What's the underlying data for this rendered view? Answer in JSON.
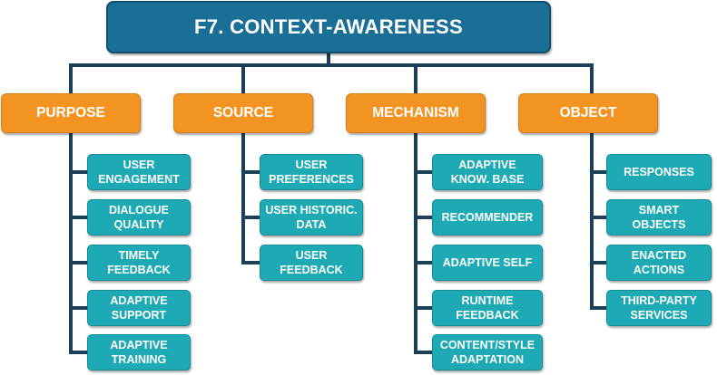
{
  "title": "F7. CONTEXT-AWARENESS",
  "categories": {
    "purpose": {
      "label": "PURPOSE",
      "items": [
        "USER\nENGAGEMENT",
        "DIALOGUE\nQUALITY",
        "TIMELY\nFEEDBACK",
        "ADAPTIVE\nSUPPORT",
        "ADAPTIVE\nTRAINING"
      ]
    },
    "source": {
      "label": "SOURCE",
      "items": [
        "USER\nPREFERENCES",
        "USER HISTORIC.\nDATA",
        "USER\nFEEDBACK"
      ]
    },
    "mechanism": {
      "label": "MECHANISM",
      "items": [
        "ADAPTIVE\nKNOW. BASE",
        "RECOMMENDER",
        "ADAPTIVE SELF",
        "RUNTIME\nFEEDBACK",
        "CONTENT/STYLE\nADAPTATION"
      ]
    },
    "object": {
      "label": "OBJECT",
      "items": [
        "RESPONSES",
        "SMART\nOBJECTS",
        "ENACTED\nACTIONS",
        "THIRD-PARTY\nSERVICES"
      ]
    }
  },
  "colors": {
    "root_fill": "#1a6f96",
    "category_fill": "#f39422",
    "leaf_fill": "#1eaab5",
    "connector": "#1b3f57"
  }
}
